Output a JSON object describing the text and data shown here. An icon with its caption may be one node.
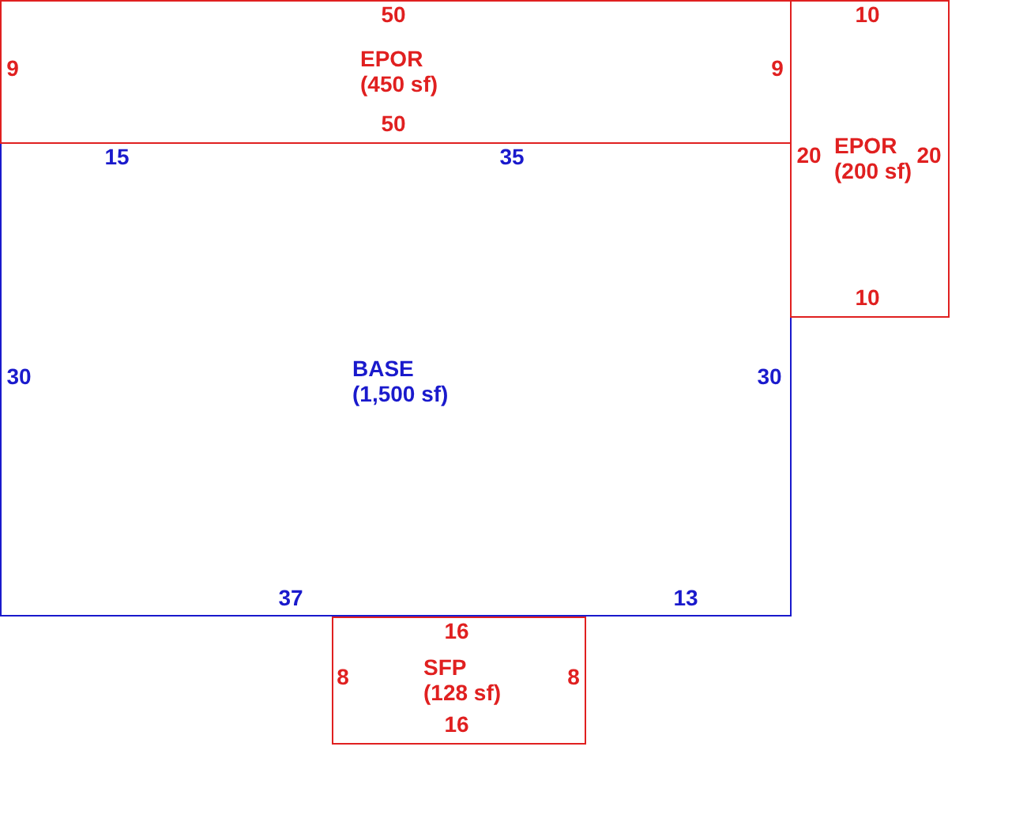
{
  "diagram": {
    "nodes": [
      {
        "text": [
          "EPOR (450 sf)"
        ]
      },
      {
        "text": [
          "EPOR (200 sf)"
        ]
      },
      {
        "text": [
          "BASE (1,500 sf)"
        ]
      },
      {
        "text": [
          "SFP (128 sf)"
        ]
      }
    ],
    "labels": [
      "50",
      "10",
      "9",
      "9",
      "50",
      "15",
      "35",
      "20",
      "20",
      "10",
      "30",
      "30",
      "37",
      "13",
      "16",
      "8",
      "8",
      "16"
    ]
  }
}
